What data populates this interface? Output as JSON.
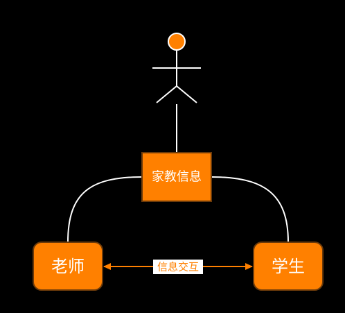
{
  "colors": {
    "background": "#000000",
    "node_fill": "#ff8000",
    "node_stroke": "#6b3a0a",
    "line": "#ffffff",
    "arrow": "#ff8000",
    "label_bg": "#ffffff"
  },
  "actor": {
    "icon": "person-icon"
  },
  "nodes": {
    "center": "家教信息",
    "left": "老师",
    "right": "学生"
  },
  "edge": {
    "label": "信息交互"
  }
}
